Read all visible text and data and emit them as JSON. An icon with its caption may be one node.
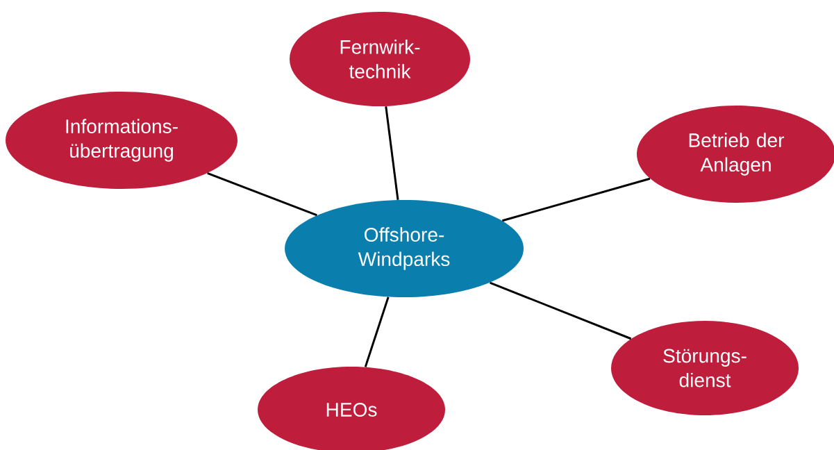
{
  "diagram": {
    "nodes": [
      {
        "text": [
          "Fernwirk- technik"
        ]
      },
      {
        "text": [
          "Informations- übertragung"
        ]
      },
      {
        "text": [
          "Betrieb der Anlagen"
        ]
      },
      {
        "text": [
          "Offshore- Windparks"
        ]
      },
      {
        "text": [
          "Störungs- dienst"
        ]
      },
      {
        "text": [
          "HEOs"
        ]
      }
    ],
    "edges": [
      {
        "from": 3,
        "to": 0,
        "arrow": "none"
      },
      {
        "from": 3,
        "to": 1,
        "arrow": "none"
      },
      {
        "from": 3,
        "to": 2,
        "arrow": "none"
      },
      {
        "from": 3,
        "to": 4,
        "arrow": "none"
      },
      {
        "from": 3,
        "to": 5,
        "arrow": "none"
      }
    ]
  }
}
